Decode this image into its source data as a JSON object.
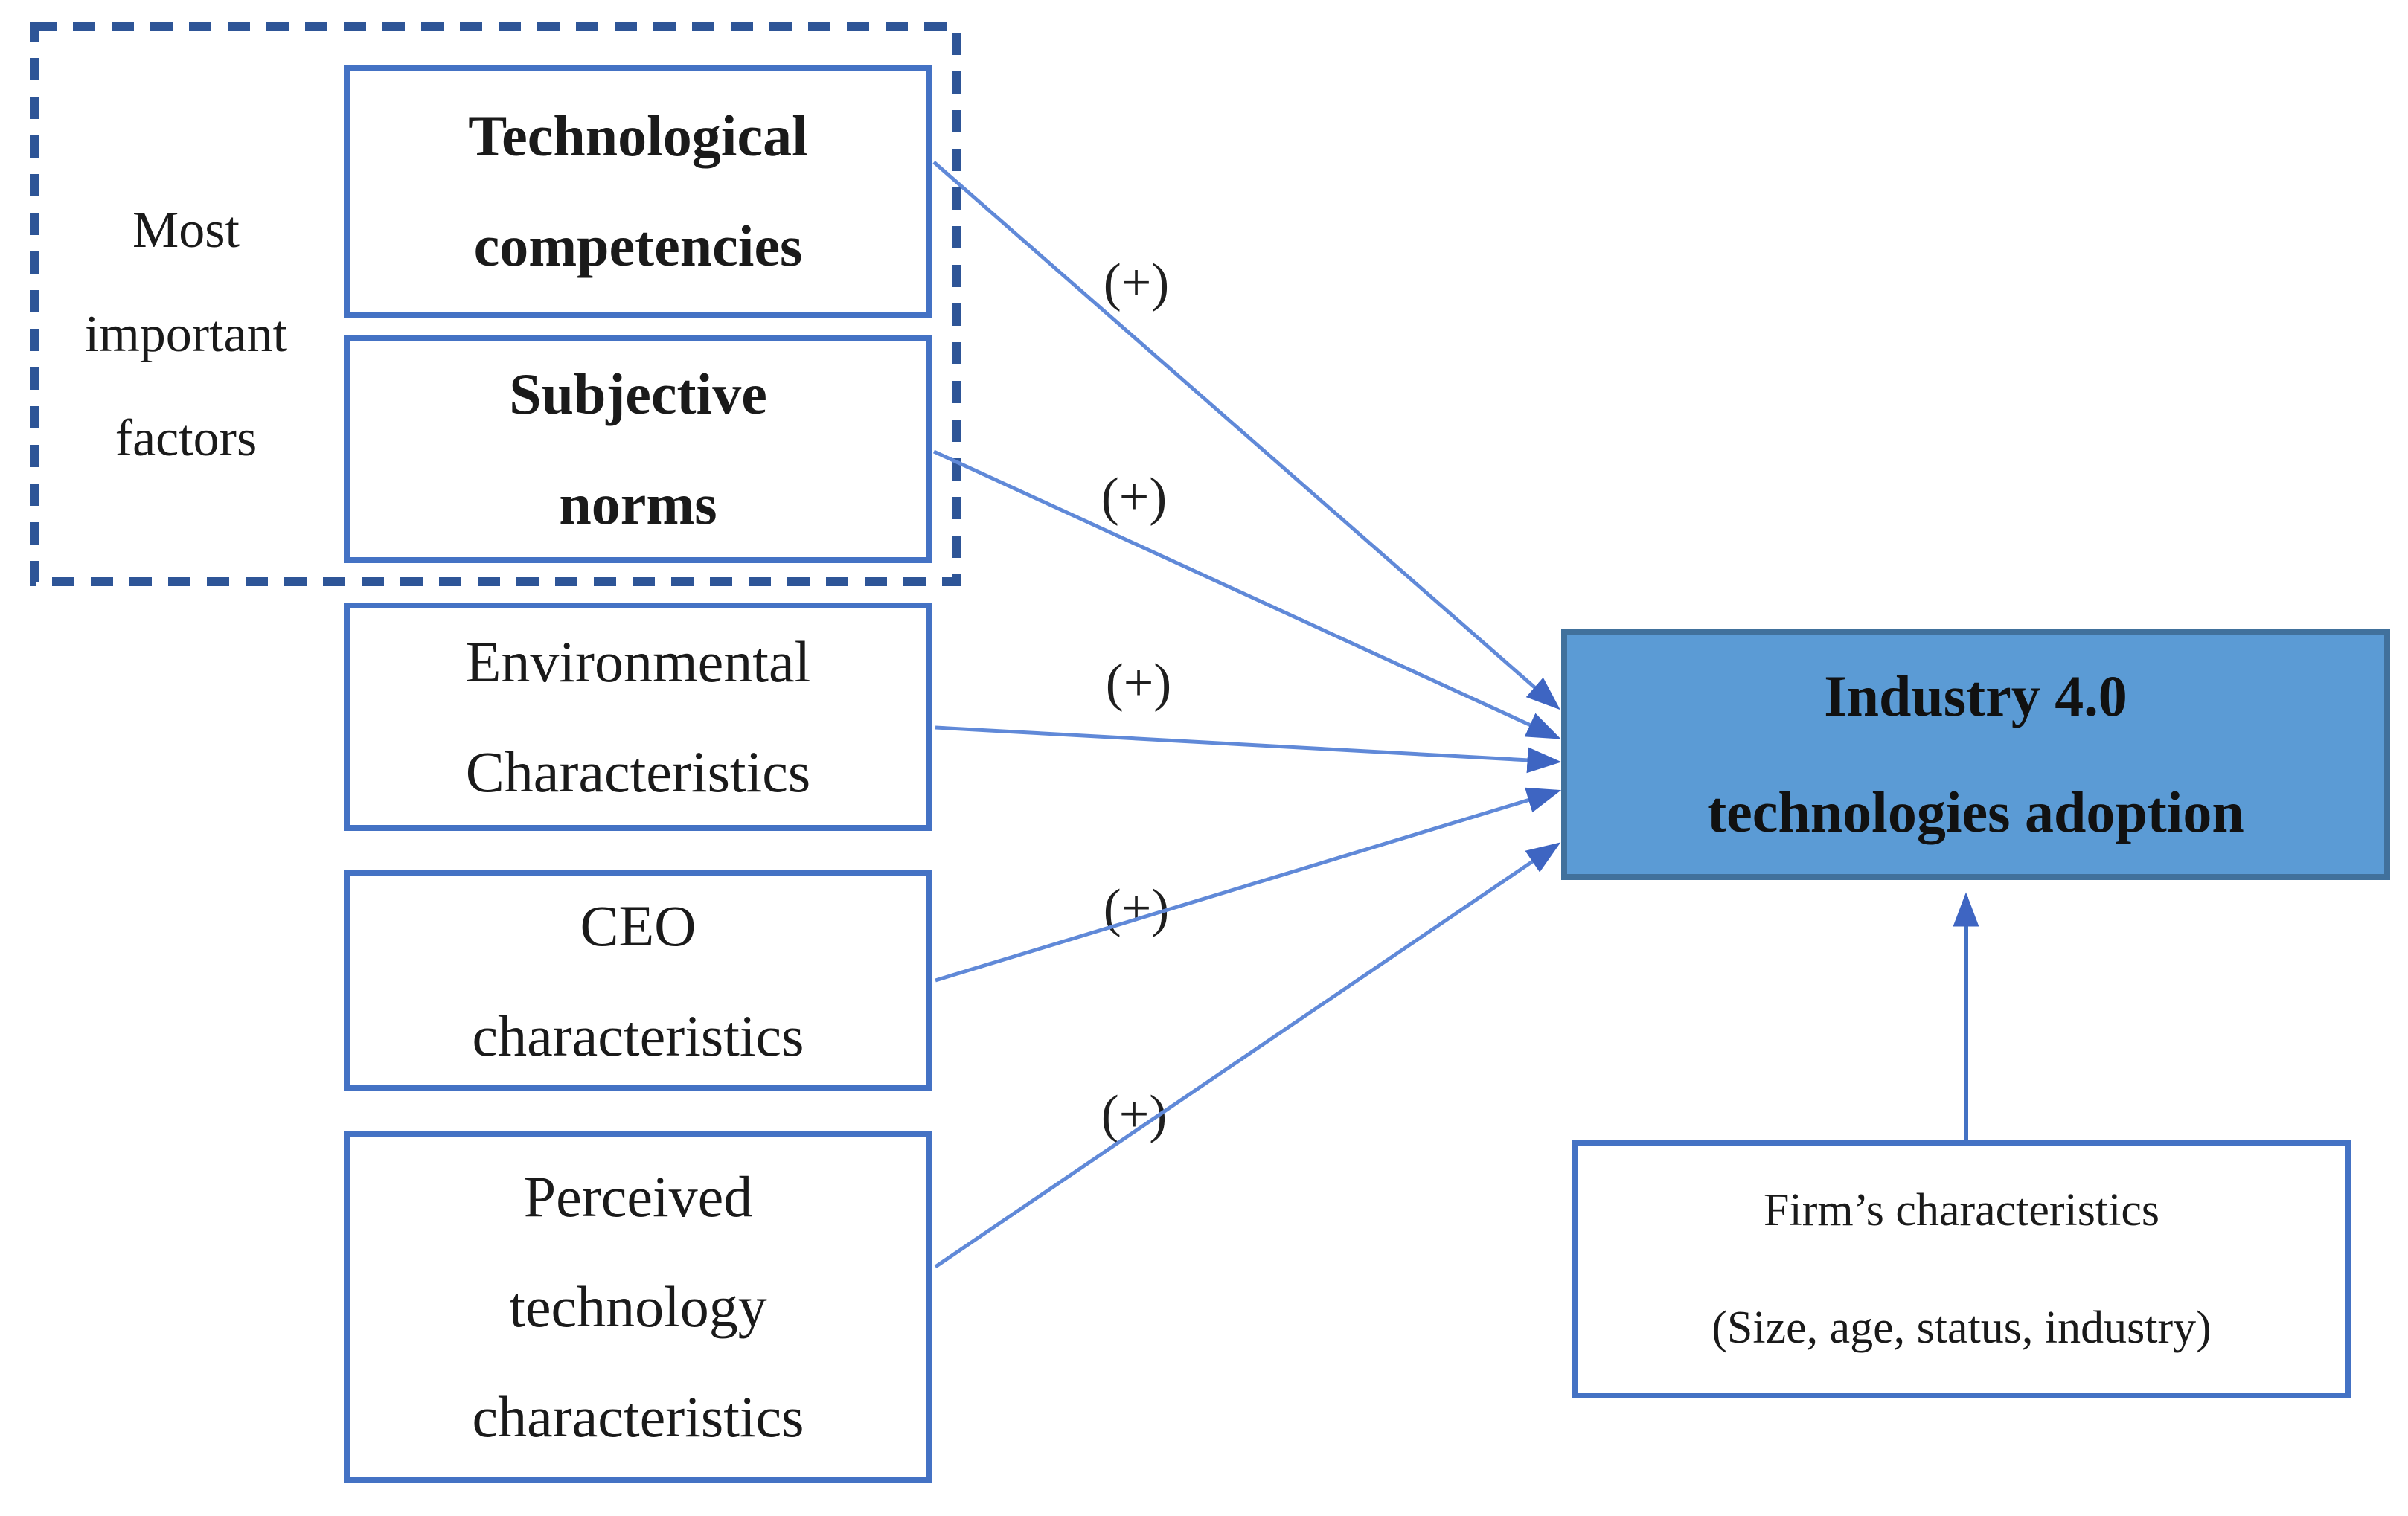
{
  "title": "Industry 4.0 adoption conceptual framework",
  "group_label": {
    "lines": [
      "Most",
      "important",
      "factors"
    ]
  },
  "factor_boxes": [
    {
      "id": "technological-competencies",
      "lines": [
        "Technological",
        "competencies"
      ],
      "emphasis": "bold",
      "sign": "(+)"
    },
    {
      "id": "subjective-norms",
      "lines": [
        "Subjective",
        "norms"
      ],
      "emphasis": "bold",
      "sign": "(+)"
    },
    {
      "id": "environmental-characteristics",
      "lines": [
        "Environmental",
        "Characteristics"
      ],
      "emphasis": "regular",
      "sign": "(+)"
    },
    {
      "id": "ceo-characteristics",
      "lines": [
        "CEO",
        "characteristics"
      ],
      "emphasis": "regular",
      "sign": "(+)"
    },
    {
      "id": "perceived-technology-characteristics",
      "lines": [
        "Perceived",
        "technology",
        "characteristics"
      ],
      "emphasis": "regular",
      "sign": "(+)"
    }
  ],
  "outcome_box": {
    "lines": [
      "Industry 4.0",
      "technologies adoption"
    ]
  },
  "moderator_box": {
    "lines": [
      "Firm’s characteristics",
      "(Size, age, status, industry)"
    ]
  },
  "relations": [
    "technological-competencies → industry-4.0-adoption (+)",
    "subjective-norms → industry-4.0-adoption (+)",
    "environmental-characteristics → industry-4.0-adoption (+)",
    "ceo-characteristics → industry-4.0-adoption (+)",
    "perceived-technology-characteristics → industry-4.0-adoption (+)",
    "firm-characteristics → industry-4.0-adoption"
  ],
  "colors": {
    "solid_box_border": "#4472C4",
    "dashed_group_border": "#2E5597",
    "outcome_fill": "#5B9BD5",
    "outcome_border": "#41719C",
    "connector_line": "#6089D8",
    "arrow_head": "#3E65C2",
    "text": "#1a1a1a"
  }
}
